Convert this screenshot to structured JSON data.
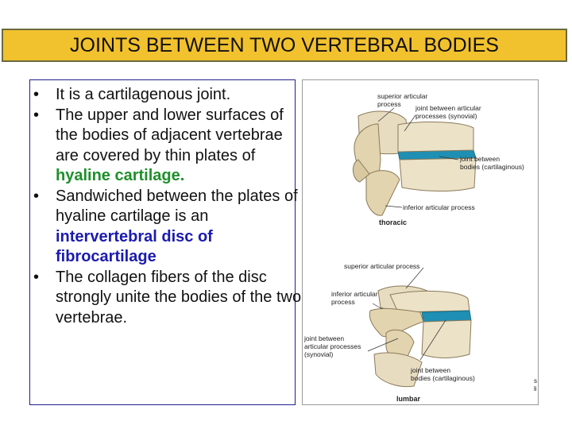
{
  "title": "JOINTS BETWEEN TWO VERTEBRAL BODIES",
  "bullets": [
    {
      "parts": [
        [
          "It is a ",
          ""
        ],
        [
          "cartilagenous",
          "b"
        ],
        [
          " joint.",
          ""
        ]
      ]
    },
    {
      "parts": [
        [
          "The ",
          ""
        ],
        [
          "upper",
          "b"
        ],
        [
          " and ",
          ""
        ],
        [
          "lower",
          "b"
        ],
        [
          " surfaces of the ",
          ""
        ],
        [
          "bodies",
          "b"
        ],
        [
          " of adjacent vertebrae are covered by ",
          ""
        ],
        [
          "thin plates",
          "b"
        ],
        [
          " of ",
          ""
        ],
        [
          "hyaline cartilage.",
          "green"
        ]
      ]
    },
    {
      "parts": [
        [
          "Sandwiched between the plates of hyaline cartilage is an ",
          ""
        ],
        [
          "intervertebral disc of fibrocartilage",
          "blue"
        ]
      ]
    },
    {
      "parts": [
        [
          "The ",
          ""
        ],
        [
          "collagen fibers",
          "b"
        ],
        [
          " of the disc strongly unite the bodies of the two vertebrae.",
          ""
        ]
      ]
    }
  ],
  "figure": {
    "thoracic": {
      "superior_articular": [
        "superior articular",
        "process"
      ],
      "joint_articular": [
        "joint between articular",
        "processes (synovial)"
      ],
      "joint_bodies": [
        "joint between",
        "bodies (cartilaginous)"
      ],
      "inferior_articular": "inferior articular process",
      "name": "thoracic"
    },
    "lumbar": {
      "superior_articular": "superior articular process",
      "inferior_articular": [
        "inferior articular",
        "process"
      ],
      "joint_articular": [
        "joint between",
        "articular processes",
        "(synovial)"
      ],
      "joint_bodies": [
        "joint between",
        "bodies (cartilaginous)"
      ],
      "name": "lumbar"
    },
    "edge_fragment": [
      "s",
      "li"
    ]
  },
  "colors": {
    "title_bg": "#f2c12e",
    "disc": "#1f8fb3",
    "bone": "#e8dcc0",
    "green_text": "#1e8f2a",
    "blue_text": "#1b1bb0"
  }
}
